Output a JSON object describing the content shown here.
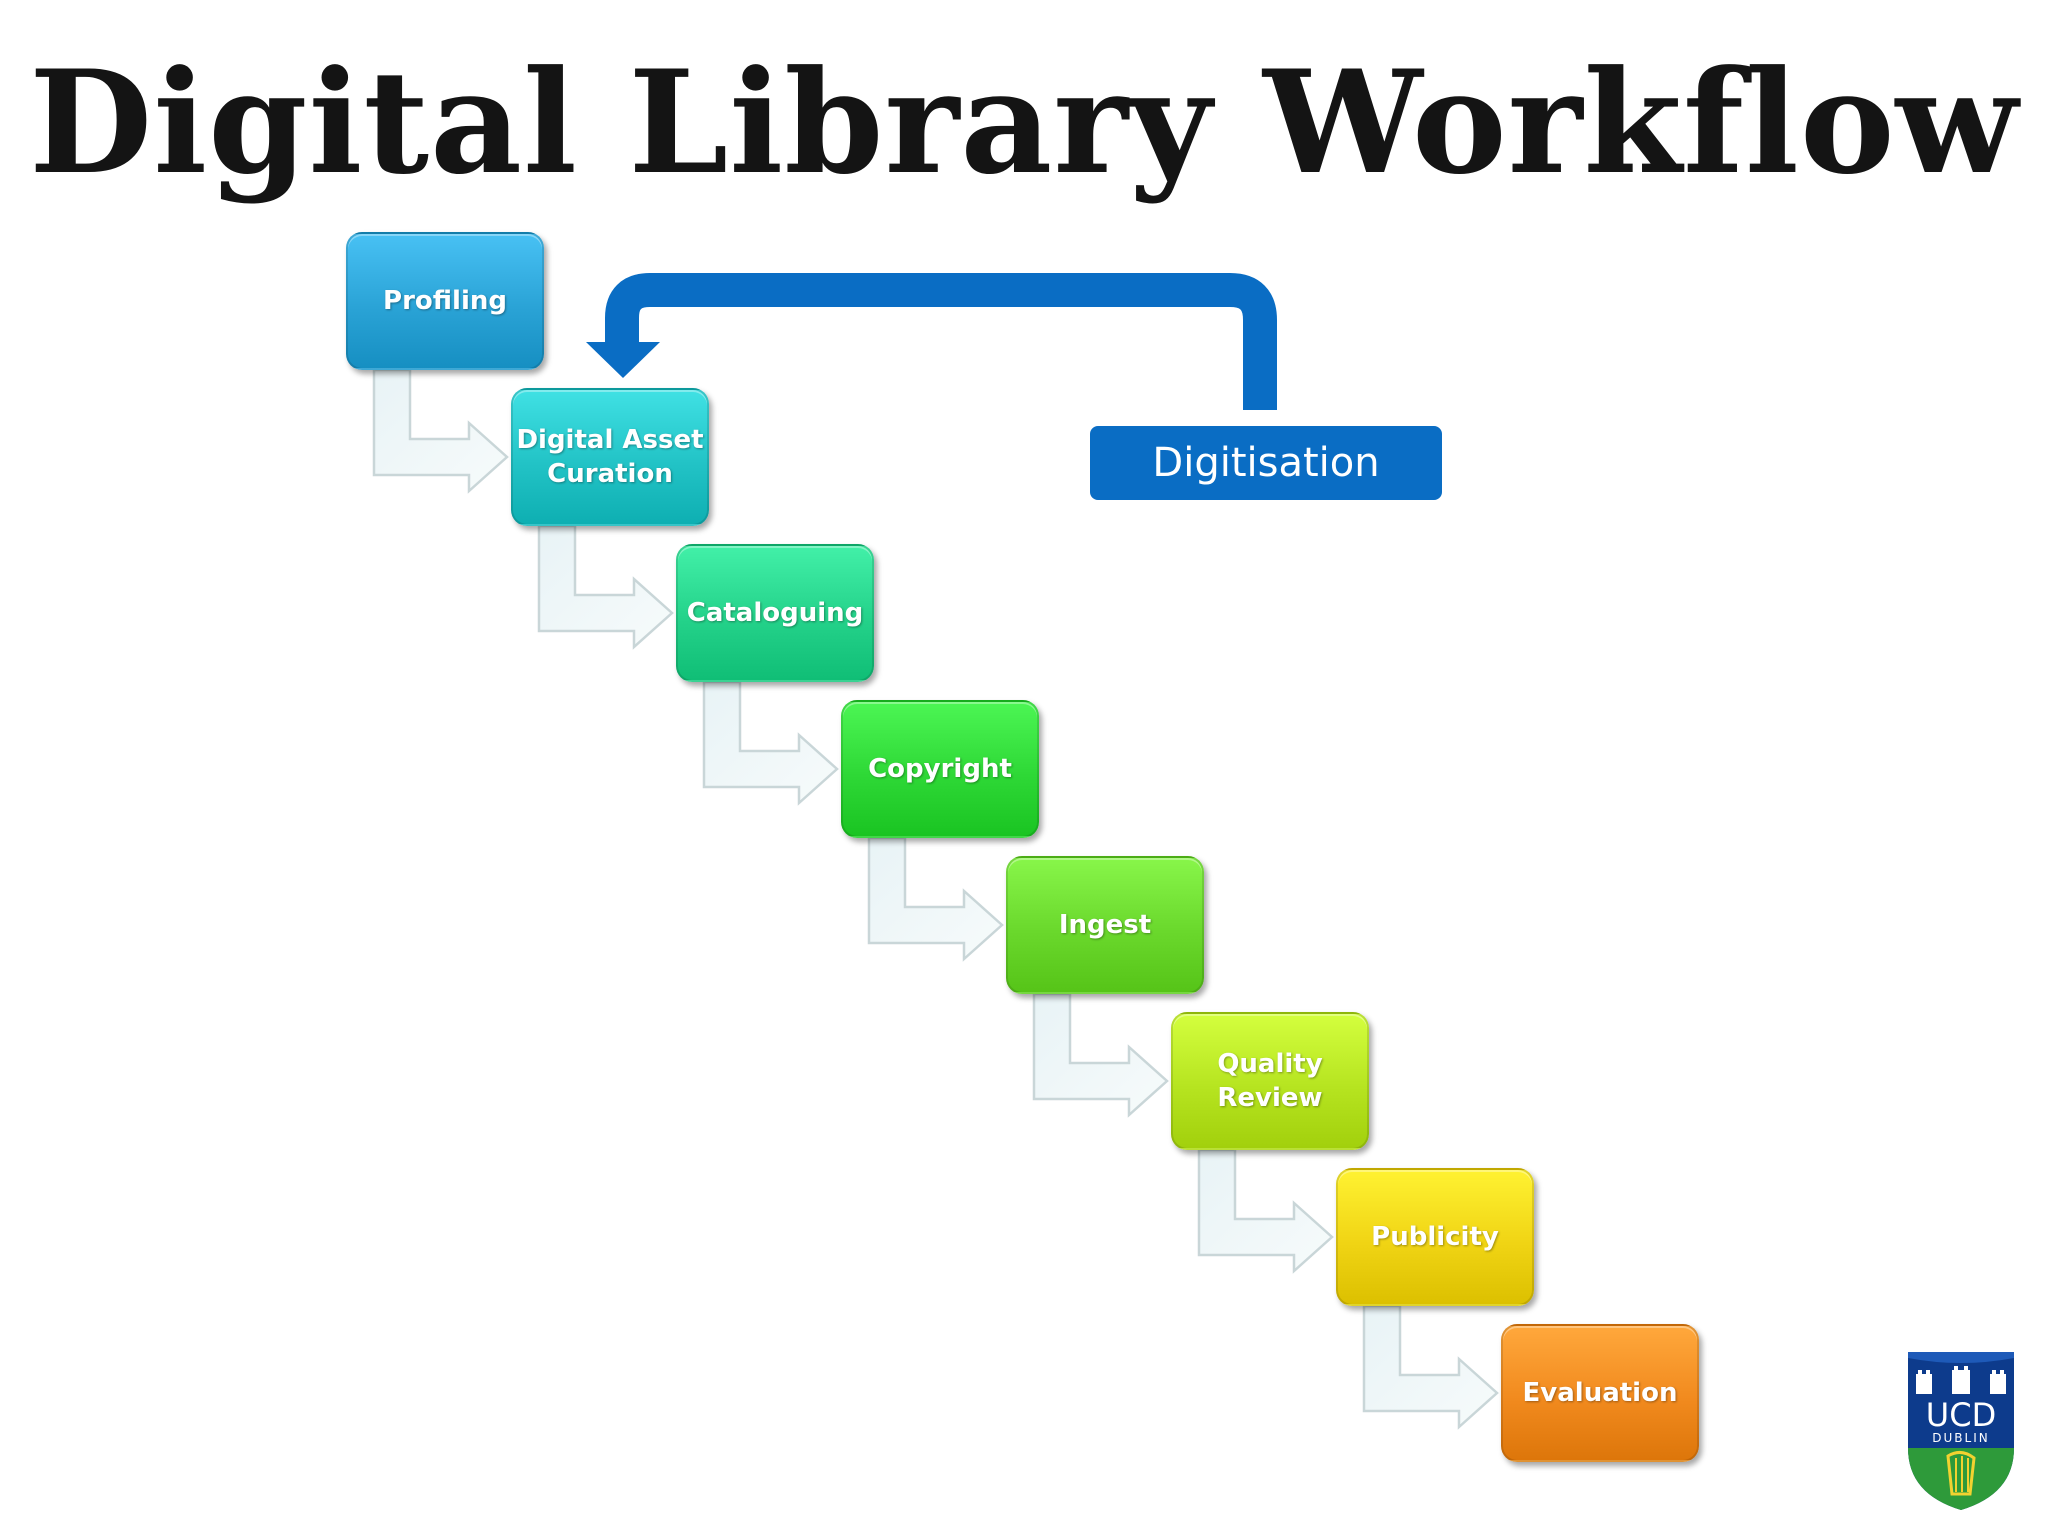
{
  "title": "Digital Library Workflow",
  "steps": [
    {
      "label": "Profiling",
      "color": "#2aa3d6"
    },
    {
      "label": "Digital Asset\nCuration",
      "color": "#22c3c6"
    },
    {
      "label": "Cataloguing",
      "color": "#24d28a"
    },
    {
      "label": "Copyright",
      "color": "#2ed836"
    },
    {
      "label": "Ingest",
      "color": "#6ad82c"
    },
    {
      "label": "Quality\nReview",
      "color": "#b6e420"
    },
    {
      "label": "Publicity",
      "color": "#f0d414"
    },
    {
      "label": "Evaluation",
      "color": "#f18a1e"
    }
  ],
  "loop": {
    "label": "Digitisation",
    "color": "#0a6dc4"
  },
  "logo": {
    "text": "UCD",
    "subtext": "DUBLIN",
    "icon": "ucd-crest-icon"
  }
}
